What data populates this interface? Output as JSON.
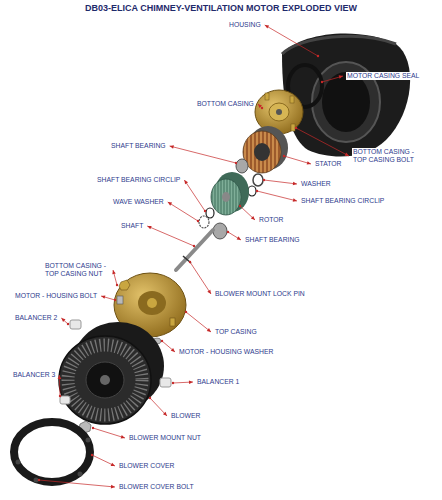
{
  "diagram": {
    "title": "DB03-ELICA CHIMNEY-VENTILATION MOTOR EXPLODED VIEW",
    "labels": [
      "HOUSING",
      "MOTOR CASING SEAL",
      "BOTTOM CASING",
      "BOTTOM CASING - TOP CASING BOLT",
      "STATOR",
      "SHAFT BEARING",
      "WASHER",
      "SHAFT BEARING CIRCLIP",
      "SHAFT BEARING CIRCLIP",
      "ROTOR",
      "WAVE WASHER",
      "SHAFT",
      "SHAFT BEARING",
      "BOTTOM CASING - TOP CASING NUT",
      "BLOWER MOUNT LOCK PIN",
      "MOTOR - HOUSING BOLT",
      "BALANCER 2",
      "TOP CASING",
      "MOTOR - HOUSING WASHER",
      "BALANCER 3",
      "BALANCER 1",
      "BLOWER",
      "BLOWER MOUNT NUT",
      "BLOWER COVER",
      "BLOWER COVER BOLT"
    ]
  }
}
